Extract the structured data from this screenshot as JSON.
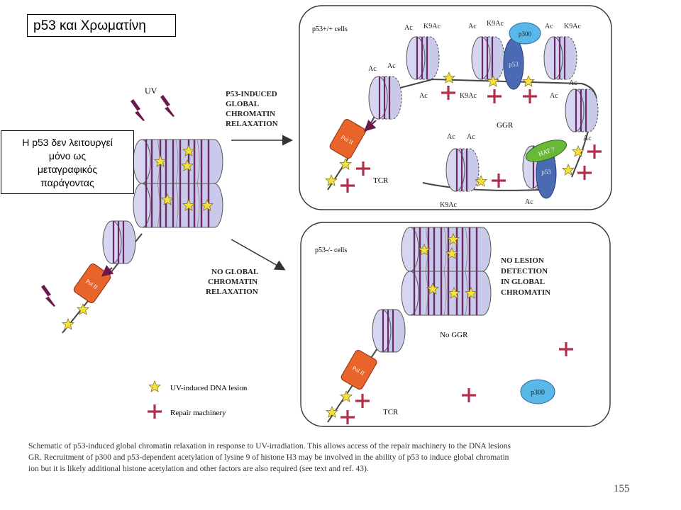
{
  "title": "p53 και Χρωματίνη",
  "note_lines": [
    "Η p53 δεν λειτουργεί",
    "μόνο ως",
    "μεταγραφικός",
    "παράγοντας"
  ],
  "labels": {
    "uv": "UV",
    "p53_wt": "p53+/+ cells",
    "p53_null": "p53-/- cells",
    "relaxation": [
      "P53-INDUCED",
      "GLOBAL",
      "CHROMATIN",
      "RELAXATION"
    ],
    "no_relaxation": [
      "NO GLOBAL",
      "CHROMATIN",
      "RELAXATION"
    ],
    "no_lesion": [
      "NO LESION",
      "DETECTION",
      "IN GLOBAL",
      "CHROMATIN"
    ],
    "ggr": "GGR",
    "no_ggr": "No GGR",
    "tcr": "TCR",
    "pol2": "Pol II",
    "p300": "p300",
    "p53": "p53",
    "hat": "HAT ?",
    "ac": "Ac",
    "k9ac": "K9Ac"
  },
  "legend": {
    "lesion": "UV-induced DNA lesion",
    "repair": "Repair machinery"
  },
  "caption_lines": [
    "Schematic of p53-induced global chromatin relaxation in response to UV-irradiation. This allows access of the repair machinery to the DNA lesions",
    "GR. Recruitment of p300 and p53-dependent acetylation of lysine 9 of histone H3 may be involved in the ability of p53 to induce global chromatin",
    "ion but it is likely additional histone acetylation and other factors are also required (see text and ref. 43)."
  ],
  "page_number": "155",
  "colors": {
    "nucleosome": "#c9c9ea",
    "nucleosome_stripe": "#6a2a6a",
    "pol2": "#e8642a",
    "p300": "#5ab8e8",
    "p53": "#4a6ab4",
    "hat": "#6ab83a",
    "star": "#f2e040",
    "cross": "#b0304a",
    "lightning": "#6a1a4a"
  }
}
